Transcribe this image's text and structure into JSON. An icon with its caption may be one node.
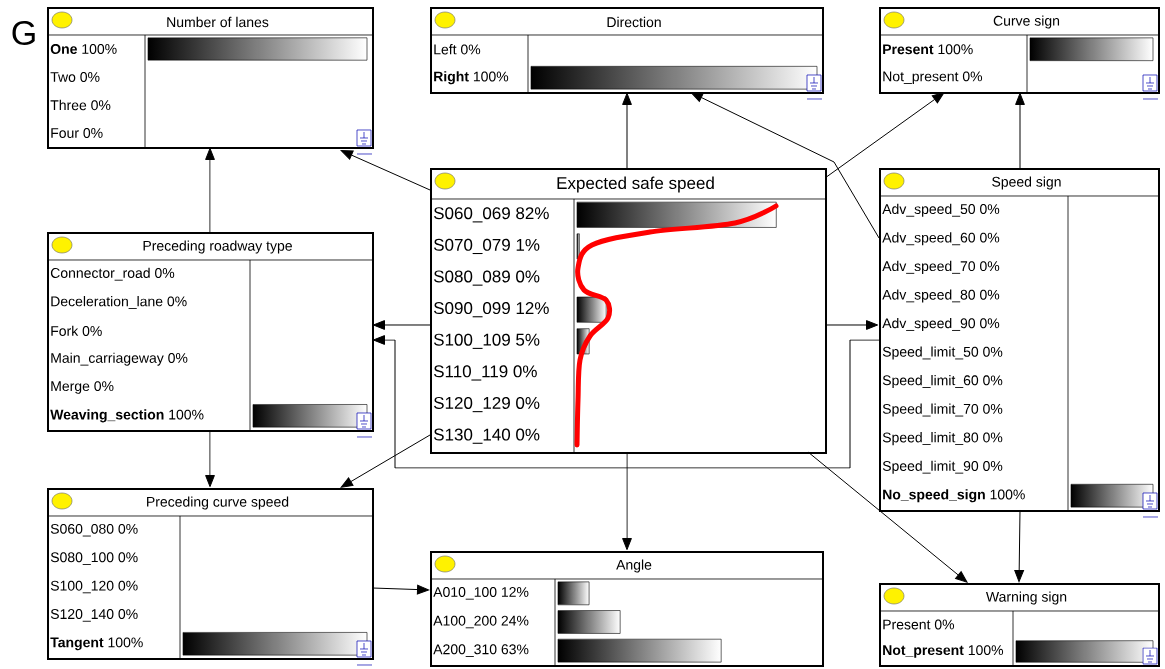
{
  "diagram": {
    "nodes": [
      {
        "text": [
          "Number of lanes",
          "**One** 100%",
          "Two 0%",
          "Three 0%",
          "Four 0%"
        ]
      },
      {
        "text": [
          "Direction",
          "Left 0%",
          "**Right** 100%"
        ]
      },
      {
        "text": [
          "Curve sign",
          "**Present** 100%",
          "Not_present 0%"
        ]
      },
      {
        "text": [
          "Expected safe speed",
          "S060_069 82%",
          "S070_079 1%",
          "S080_089 0%",
          "S090_099 12%",
          "S100_109 5%",
          "S110_119 0%",
          "S120_129 0%",
          "S130_140 0%"
        ]
      },
      {
        "text": [
          "Preceding roadway type",
          "Connector_road 0%",
          "Deceleration_lane 0%",
          "Fork 0%",
          "Main_carriageway 0%",
          "Merge 0%",
          "**Weaving_section** 100%"
        ]
      },
      {
        "text": [
          "Speed sign",
          "Adv_speed_50 0%",
          "Adv_speed_60 0%",
          "Adv_speed_70 0%",
          "Adv_speed_80 0%",
          "Adv_speed_90 0%",
          "Speed_limit_50 0%",
          "Speed_limit_60 0%",
          "Speed_limit_70 0%",
          "Speed_limit_80 0%",
          "Speed_limit_90 0%",
          "**No_speed_sign** 100%"
        ]
      },
      {
        "text": [
          "Preceding curve speed",
          "S060_080 0%",
          "S080_100 0%",
          "S100_120 0%",
          "S120_140 0%",
          "**Tangent** 100%"
        ]
      },
      {
        "text": [
          "Angle",
          "A010_100 12%",
          "A100_200 24%",
          "A200_310 63%"
        ]
      },
      {
        "text": [
          "Warning sign",
          "Present 0%",
          "**Not_present** 100%"
        ]
      }
    ],
    "edges": [
      {
        "from": 3,
        "to": 0,
        "arrow": "to"
      },
      {
        "from": 4,
        "to": 0,
        "arrow": "to"
      },
      {
        "from": 3,
        "to": 1,
        "arrow": "to"
      },
      {
        "from": 5,
        "to": 1,
        "arrow": "to"
      },
      {
        "from": 3,
        "to": 2,
        "arrow": "to"
      },
      {
        "from": 5,
        "to": 2,
        "arrow": "to"
      },
      {
        "from": 3,
        "to": 4,
        "arrow": "to"
      },
      {
        "from": 5,
        "to": 4,
        "arrow": "to"
      },
      {
        "from": 3,
        "to": 5,
        "arrow": "to"
      },
      {
        "from": 4,
        "to": 6,
        "arrow": "to"
      },
      {
        "from": 3,
        "to": 6,
        "arrow": "to"
      },
      {
        "from": 3,
        "to": 7,
        "arrow": "to"
      },
      {
        "from": 6,
        "to": 7,
        "arrow": "to"
      },
      {
        "from": 3,
        "to": 8,
        "arrow": "to"
      },
      {
        "from": 5,
        "to": 8,
        "arrow": "to"
      }
    ],
    "labels": [
      "G"
    ]
  }
}
